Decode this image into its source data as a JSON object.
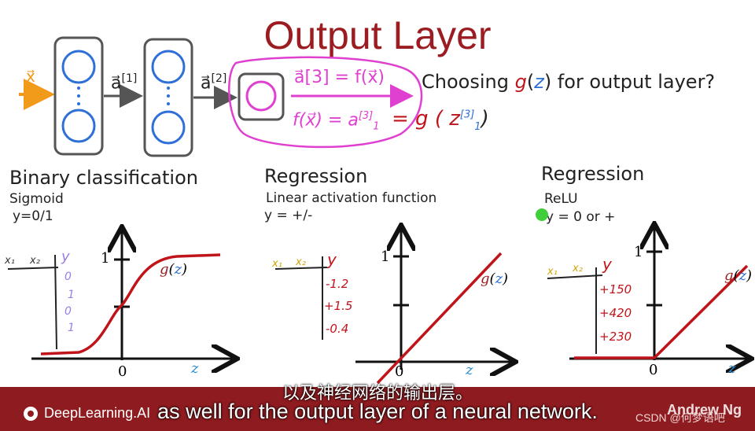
{
  "title": "Output Layer",
  "network": {
    "input_label": "x⃗",
    "a1_label": "a⃗",
    "a1_sup": "[1]",
    "a2_label": "a⃗",
    "a2_sup": "[2]",
    "a3_eq": "a⃗[3] = f(x⃗)",
    "f_eq": "f(x⃗) = a",
    "f_eq_sup": "[3]",
    "f_eq_sub": "1",
    "g_part": "= g ( z",
    "g_sup": "[3]",
    "g_sub": "1",
    "g_close": ")"
  },
  "question": {
    "prefix": "Choosing ",
    "g": "g",
    "paren_open": "(",
    "z": "z",
    "suffix": ") for output layer?"
  },
  "panels": [
    {
      "heading": "Binary classification",
      "sub1": "Sigmoid",
      "sub2": "y=0/1",
      "table_header": [
        "x₁",
        "x₂",
        "y"
      ],
      "table_values": [
        "0",
        "1",
        "0",
        "1"
      ],
      "y_tick": "1",
      "x_tick": "0",
      "curve_label_g": "g",
      "curve_label_z": "z",
      "axis_label": "z"
    },
    {
      "heading": "Regression",
      "sub1": "Linear activation function",
      "sub2": "y = +/-",
      "table_header": [
        "x₁",
        "x₂",
        "y"
      ],
      "table_values": [
        "-1.2",
        "+1.5",
        "-0.4"
      ],
      "y_tick": "1",
      "x_tick": "0",
      "curve_label_g": "g",
      "curve_label_z": "z",
      "axis_label": "z"
    },
    {
      "heading": "Regression",
      "sub1": "ReLU",
      "sub2": "y = 0 or +",
      "table_header": [
        "x₁",
        "x₂",
        "y"
      ],
      "table_values": [
        "+150",
        "+420",
        "+230"
      ],
      "y_tick": "1",
      "x_tick": "0",
      "curve_label_g": "g",
      "curve_label_z": "z",
      "axis_label": "z"
    }
  ],
  "subtitles": {
    "chinese": "以及神经网络的输出层。",
    "english": "as well for the output layer of a neural network."
  },
  "brand": {
    "logo_text": "DeepLearning.AI",
    "watermark": "CSDN @何梦语吧",
    "signature": "Andrew Ng"
  },
  "colors": {
    "title": "#9b1d22",
    "curve": "#c0141b",
    "magenta": "#e040d0",
    "blue": "#2e6fd8",
    "orange": "#f29a1a",
    "purple": "#9b7ee6",
    "bar": "#8e1b1f"
  }
}
